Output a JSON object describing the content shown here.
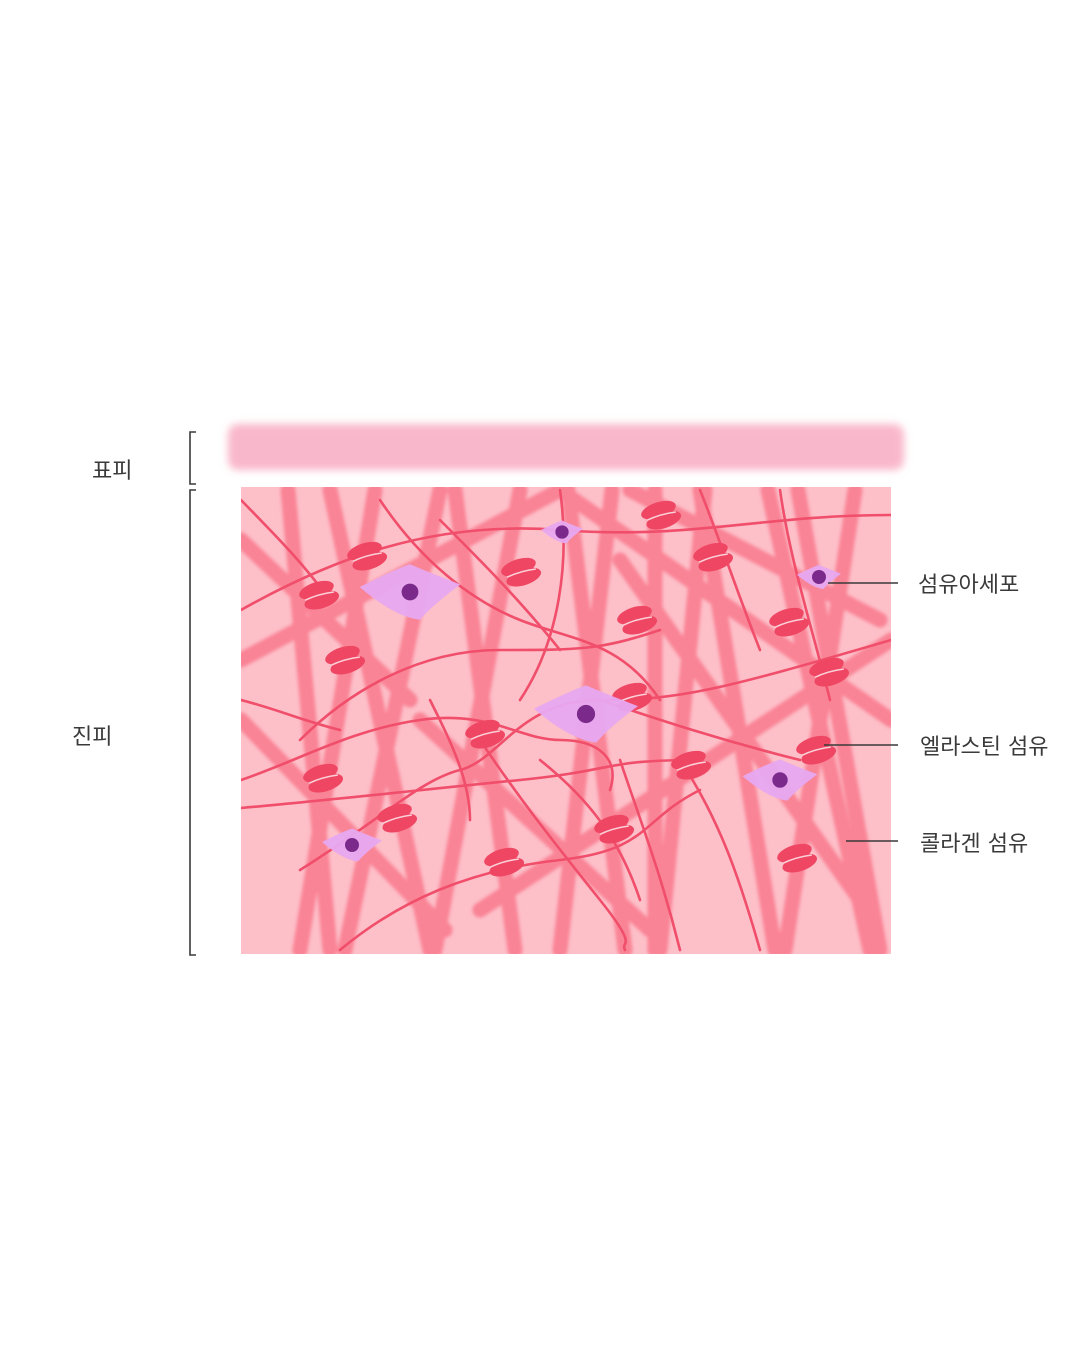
{
  "layers": {
    "epidermis": {
      "label": "표피",
      "color": "#f9b7cb"
    },
    "dermis": {
      "label": "진피",
      "color": "#fdbfc8"
    }
  },
  "callouts": {
    "fibroblast": "섬유아세포",
    "elastin_fiber": "엘라스틴 섬유",
    "collagen_fiber": "콜라겐 섬유"
  },
  "colors": {
    "collagen": "#f97b8f",
    "elastin": "#f04e6a",
    "collagen_knot": "#ef4663",
    "fibroblast_body": "#e7a8f0",
    "fibroblast_nucleus": "#7b2a8c",
    "leader_line": "#3a3a3a",
    "bracket": "#3a3a3a"
  }
}
